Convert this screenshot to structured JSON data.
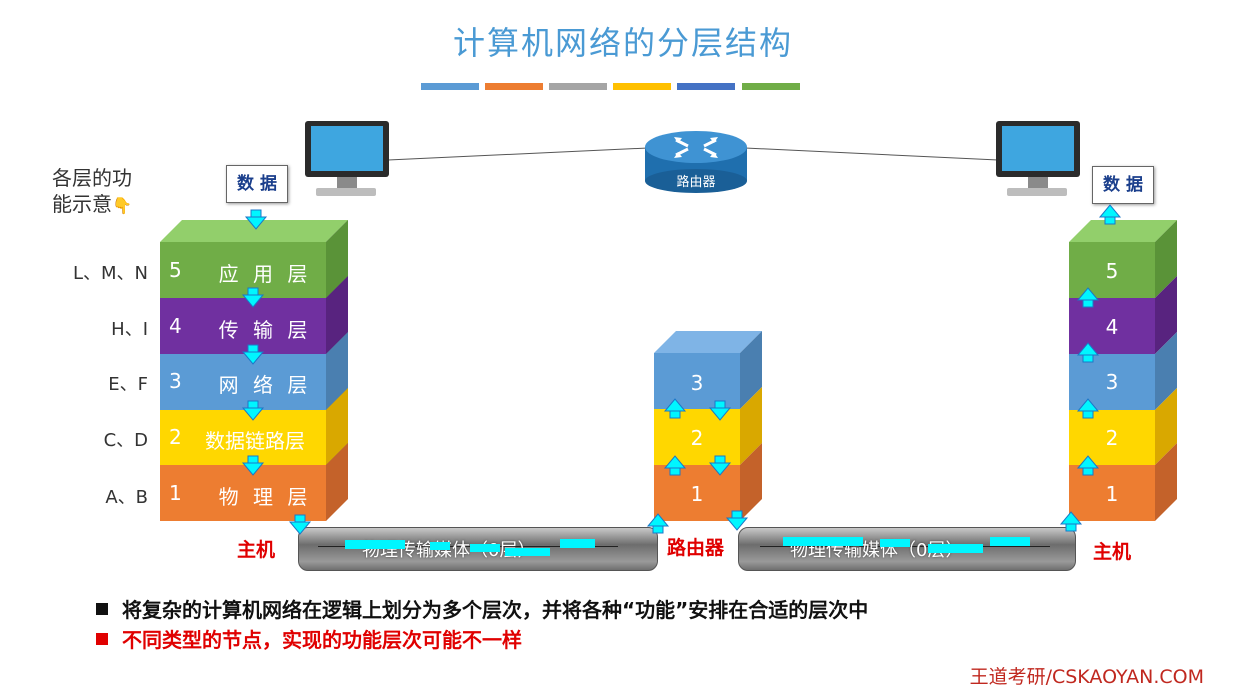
{
  "title": "计算机网络的分层结构",
  "color_bars": [
    "#5b9bd5",
    "#ed7d31",
    "#a5a5a5",
    "#ffc000",
    "#4472c4",
    "#70ad47"
  ],
  "side_label": {
    "line1": "各层的功",
    "line2": "能示意"
  },
  "row_labels": [
    "L、M、N",
    "H、I",
    "E、F",
    "C、D",
    "A、B"
  ],
  "data_box": "数 据",
  "data_box_right": "数 据",
  "router_icon_label": "路由器",
  "host_left": {
    "layers": [
      {
        "num": "5",
        "name": "应 用 层",
        "color": "#70ad47",
        "side": "#5a9338",
        "top": "#92cf6b"
      },
      {
        "num": "4",
        "name": "传 输 层",
        "color": "#7030a0",
        "side": "#58237f"
      },
      {
        "num": "3",
        "name": "网 络 层",
        "color": "#5b9bd5",
        "side": "#4a7fb0"
      },
      {
        "num": "2",
        "name": "数据链路层",
        "color": "#ffd700",
        "side": "#d9a800"
      },
      {
        "num": "1",
        "name": "物 理 层",
        "color": "#ed7d31",
        "side": "#c4622a"
      }
    ]
  },
  "router_stack": {
    "layers": [
      {
        "num": "3",
        "color": "#5b9bd5",
        "side": "#4a7fb0",
        "top": "#7fb4e6"
      },
      {
        "num": "2",
        "color": "#ffd700",
        "side": "#d9a800"
      },
      {
        "num": "1",
        "color": "#ed7d31",
        "side": "#c4622a"
      }
    ]
  },
  "host_right": {
    "layers": [
      {
        "num": "5",
        "color": "#70ad47",
        "side": "#5a9338",
        "top": "#92cf6b"
      },
      {
        "num": "4",
        "color": "#7030a0",
        "side": "#58237f"
      },
      {
        "num": "3",
        "color": "#5b9bd5",
        "side": "#4a7fb0"
      },
      {
        "num": "2",
        "color": "#ffd700",
        "side": "#d9a800"
      },
      {
        "num": "1",
        "color": "#ed7d31",
        "side": "#c4622a"
      }
    ]
  },
  "label_host_left": "主机",
  "label_router": "路由器",
  "label_host_right": "主机",
  "pipe_left_label": "物理传输媒体（0层）",
  "pipe_right_label": "物理传输媒体（0层）",
  "bullets": [
    {
      "text": "将复杂的计算机网络在逻辑上划分为多个层次，并将各种“功能”安排在合适的层次中",
      "color": "#111111"
    },
    {
      "text": "不同类型的节点，实现的功能层次可能不一样",
      "color": "#e00000"
    }
  ],
  "footer": "王道考研/CSKAOYAN.COM"
}
